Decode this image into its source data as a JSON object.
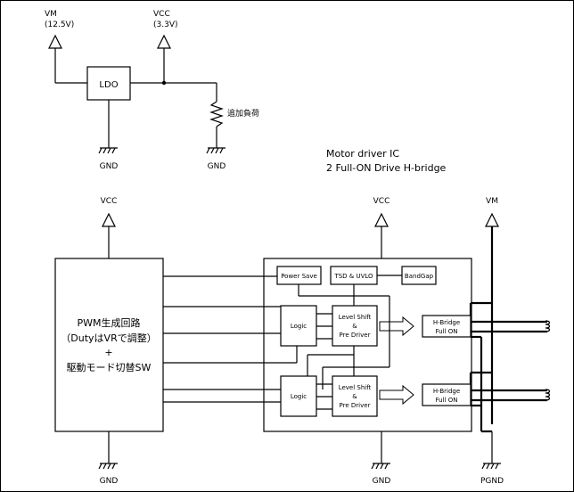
{
  "top_section": {
    "vm_label": "VM",
    "vm_value": "(12.5V)",
    "vcc_label": "VCC",
    "vcc_value": "(3.3V)",
    "ldo_label": "LDO",
    "load_label": "追加負荷",
    "gnd_left": "GND",
    "gnd_right": "GND"
  },
  "ic_title": {
    "line1": "Motor driver IC",
    "line2": "2 Full-ON Drive H-bridge"
  },
  "pwm_block": {
    "vcc_label": "VCC",
    "gnd_label": "GND",
    "line1": "PWM生成回路",
    "line2": "（DutyはVRで調整）",
    "line3": "+",
    "line4": "駆動モード切替SW"
  },
  "ic_block": {
    "vcc_label": "VCC",
    "gnd_label": "GND",
    "power_save": "Power Save",
    "tsd_uvlo": "TSD & UVLO",
    "bandgap": "BandGap",
    "logic_top": "Logic",
    "logic_bottom": "Logic",
    "level_shift_top": [
      "Level Shift",
      "&",
      "Pre Driver"
    ],
    "level_shift_bottom": [
      "Level Shift",
      "&",
      "Pre Driver"
    ],
    "hbridge_top": [
      "H-Bridge",
      "Full ON"
    ],
    "hbridge_bottom": [
      "H-Bridge",
      "Full ON"
    ]
  },
  "vm_rail": {
    "vm_label": "VM",
    "pgnd_label": "PGND"
  }
}
